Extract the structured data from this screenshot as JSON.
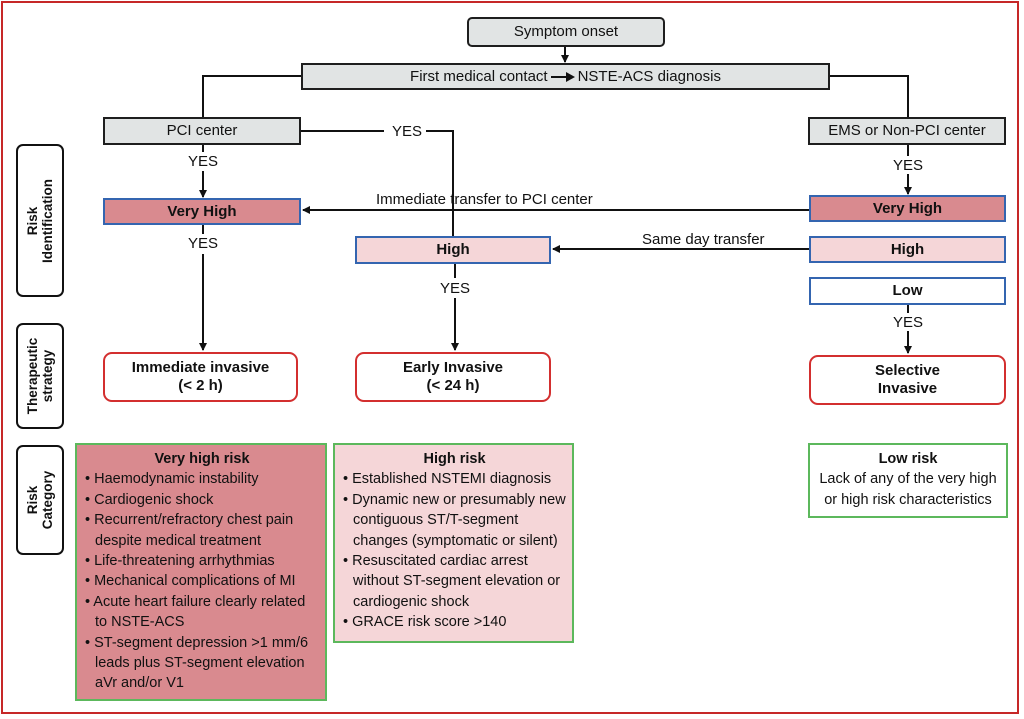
{
  "nodes": {
    "symptom_onset": "Symptom onset",
    "first_contact": "First medical contact",
    "diagnosis": "NSTE-ACS diagnosis",
    "pci_center": "PCI center",
    "ems_center": "EMS or Non-PCI center",
    "very_high": "Very High",
    "high": "High",
    "low": "Low"
  },
  "labels": {
    "yes": "YES",
    "immediate_transfer": "Immediate  transfer to PCI center",
    "same_day_transfer": "Same day transfer"
  },
  "side_labels": {
    "risk_identification": "Risk\nIdentification",
    "therapeutic_strategy": "Therapeutic\nstrategy",
    "risk_category": "Risk\nCategory"
  },
  "strategies": {
    "immediate": {
      "title": "Immediate invasive",
      "time": "(< 2 h)"
    },
    "early": {
      "title": "Early Invasive",
      "time": "(< 24 h)"
    },
    "selective": {
      "title": "Selective",
      "sub": "Invasive"
    }
  },
  "categories": {
    "very_high": {
      "title": "Very high risk",
      "items": [
        "• Haemodynamic instability",
        "•  Cardiogenic shock",
        "• Recurrent/refractory chest pain despite medical treatment",
        "• Life-threatening arrhythmias",
        "• Mechanical complications of MI",
        "• Acute heart failure clearly related to NSTE-ACS",
        "• ST-segment depression >1 mm/6 leads plus ST-segment elevation aVr and/or V1"
      ]
    },
    "high": {
      "title": "High risk",
      "items": [
        "• Established NSTEMI diagnosis",
        "• Dynamic new or presumably new contiguous ST/T-segment changes (symptomatic or silent)",
        "• Resuscitated cardiac arrest without ST-segment elevation or cardiogenic shock",
        "• GRACE risk score >140"
      ]
    },
    "low": {
      "title": "Low risk",
      "text": "Lack of any of the very high or high risk characteristics"
    }
  },
  "colors": {
    "very_high_fill": "#d98a8f",
    "high_fill": "#f5d6d8",
    "risk_border": "#3465b0",
    "strategy_border": "#d32f2f",
    "category_border": "#5cb85c",
    "node_fill": "#e1e4e4"
  }
}
